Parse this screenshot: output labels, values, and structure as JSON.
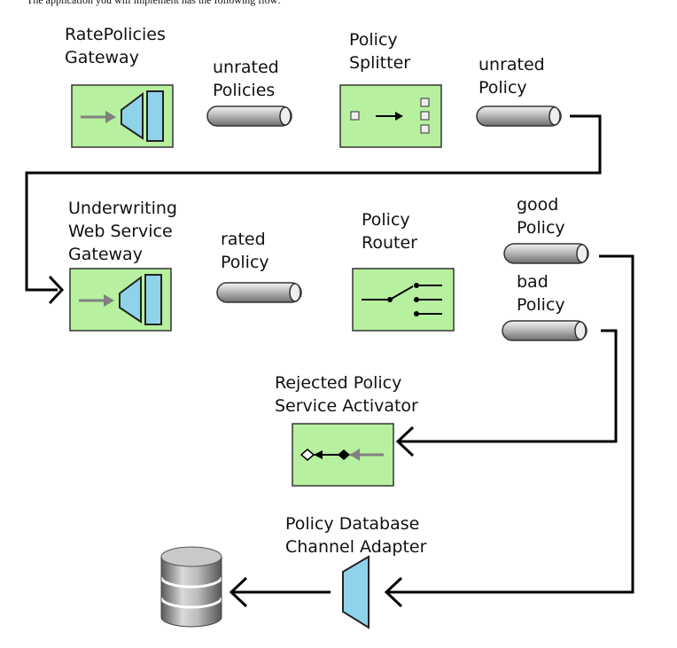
{
  "intro_text": "The application you will implement has the following flow:",
  "nodes": {
    "rate_gateway": {
      "line1": "RatePolicies",
      "line2": "Gateway"
    },
    "unrated_policies_channel": {
      "line1": "unrated",
      "line2": "Policies"
    },
    "policy_splitter": {
      "line1": "Policy",
      "line2": "Splitter"
    },
    "unrated_policy_channel": {
      "line1": "unrated",
      "line2": "Policy"
    },
    "underwriting_gateway": {
      "line1": "Underwriting",
      "line2": "Web Service",
      "line3": "Gateway"
    },
    "rated_policy_channel": {
      "line1": "rated",
      "line2": "Policy"
    },
    "policy_router": {
      "line1": "Policy",
      "line2": "Router"
    },
    "good_policy_channel": {
      "line1": "good",
      "line2": "Policy"
    },
    "bad_policy_channel": {
      "line1": "bad",
      "line2": "Policy"
    },
    "rejected_activator": {
      "line1": "Rejected Policy",
      "line2": "Service Activator"
    },
    "db_adapter": {
      "line1": "Policy Database",
      "line2": "Channel Adapter"
    }
  },
  "colors": {
    "component_fill": "#b7f09f",
    "component_stroke": "#333333",
    "gateway_blue": "#8fd3ea",
    "channel_light": "#e6e6e6",
    "channel_dark": "#7a7a7a",
    "line": "#000000",
    "arrow_gray": "#808080"
  },
  "icons": [
    "gateway-icon",
    "channel-pipe-icon",
    "splitter-icon",
    "router-icon",
    "service-activator-icon",
    "channel-adapter-icon",
    "database-icon"
  ]
}
